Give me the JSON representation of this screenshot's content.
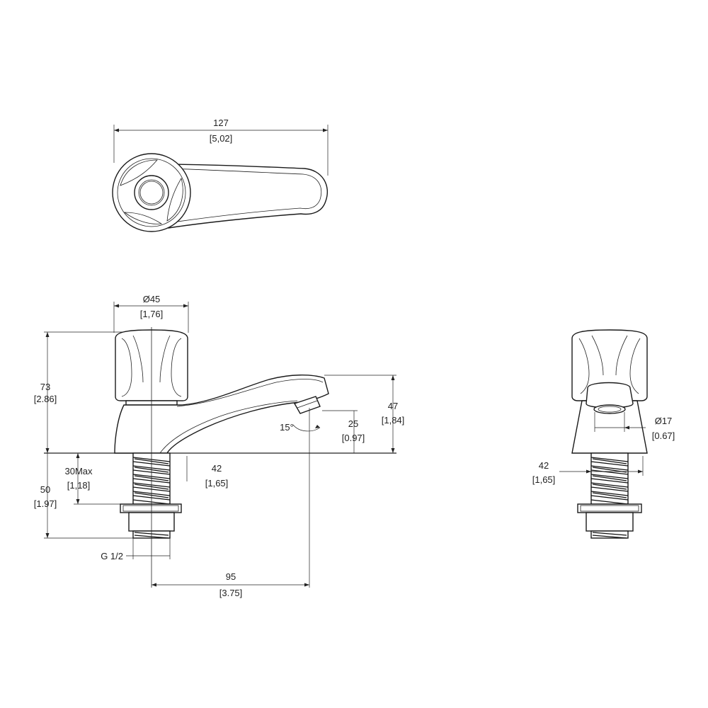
{
  "top_view": {
    "length_mm": "127",
    "length_in": "[5,02]"
  },
  "side_view": {
    "head_diameter_mm": "Ø45",
    "head_diameter_in": "[1,76]",
    "total_height_mm": "73",
    "total_height_in": "[2.86]",
    "spout_height_mm": "47",
    "spout_height_in": "[1,84]",
    "outlet_height_mm": "25",
    "outlet_height_in": "[0.97]",
    "angle": "15°",
    "max_deck_mm": "30Max",
    "max_deck_in": "[1,18]",
    "shank_length_mm": "50",
    "shank_length_in": "[1.97]",
    "base_width_mm": "42",
    "base_width_in": "[1,65]",
    "thread_spec": "G 1/2",
    "reach_mm": "95",
    "reach_in": "[3.75]"
  },
  "front_view": {
    "outlet_diameter_mm": "Ø17",
    "outlet_diameter_in": "[0.67]",
    "base_width_mm": "42",
    "base_width_in": "[1,65]"
  }
}
